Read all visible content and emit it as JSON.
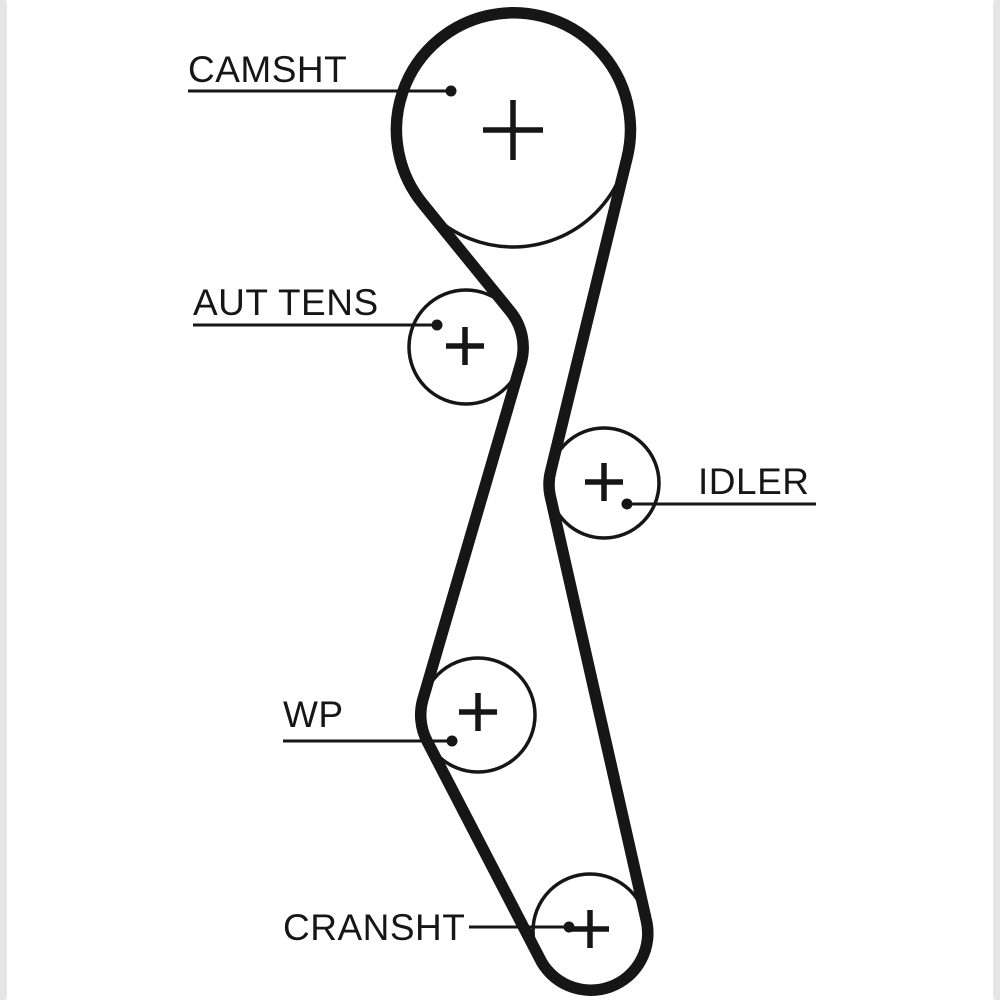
{
  "page": {
    "background_color": "#ffffff",
    "edge_shade_color": "#e5e5e5"
  },
  "diagram": {
    "ink_color": "#161616",
    "labels": {
      "camshaft": "CAMSHT",
      "auto_tensioner": "AUT TENS",
      "idler": "IDLER",
      "water_pump": "WP",
      "crankshaft": "CRANSHT"
    }
  }
}
